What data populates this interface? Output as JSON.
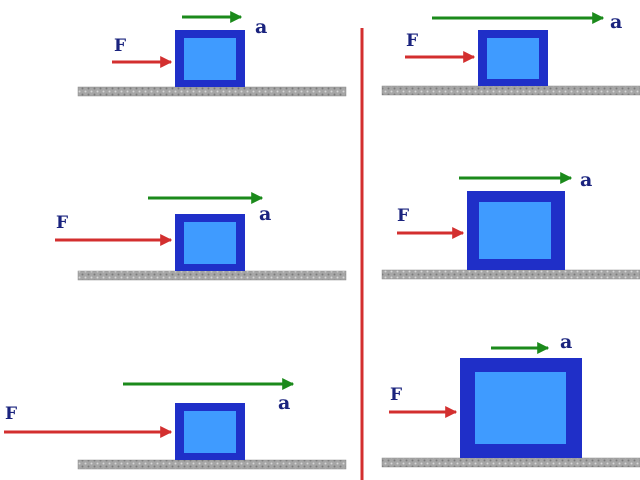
{
  "labels": {
    "force": "F",
    "acceleration": "a"
  },
  "colors": {
    "force_arrow": "#d32f2f",
    "acceleration_arrow": "#1b8a1b",
    "block_outer": "#1f2fc8",
    "block_inner": "#3f9bff",
    "ground": "#9e9e9e",
    "divider": "#d32f2f"
  },
  "panels": [
    {
      "column": "left",
      "row": 1,
      "force": "small",
      "mass": "small",
      "acceleration": "small"
    },
    {
      "column": "left",
      "row": 2,
      "force": "medium",
      "mass": "small",
      "acceleration": "medium"
    },
    {
      "column": "left",
      "row": 3,
      "force": "large",
      "mass": "small",
      "acceleration": "large"
    },
    {
      "column": "right",
      "row": 1,
      "force": "small",
      "mass": "small",
      "acceleration": "large"
    },
    {
      "column": "right",
      "row": 2,
      "force": "small",
      "mass": "medium",
      "acceleration": "medium"
    },
    {
      "column": "right",
      "row": 3,
      "force": "small",
      "mass": "large",
      "acceleration": "small"
    }
  ]
}
